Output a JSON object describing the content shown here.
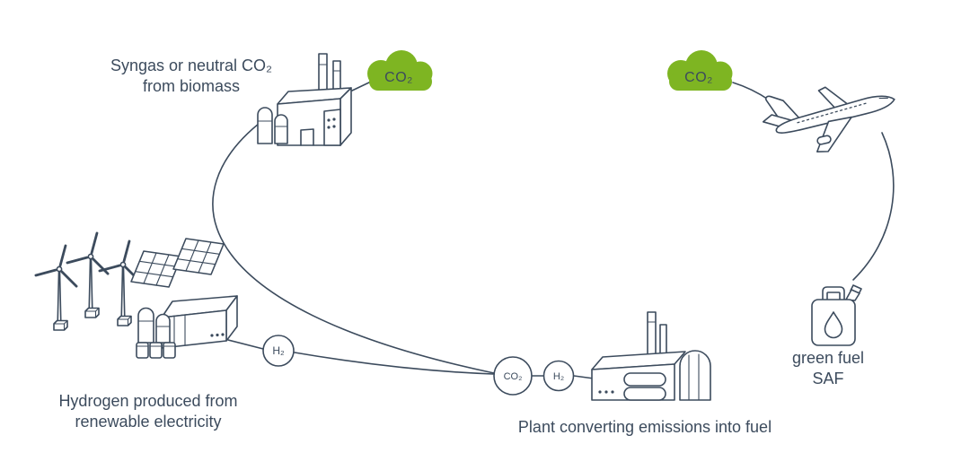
{
  "colors": {
    "ink": "#3c4b5d",
    "green": "#7eb522",
    "bg": "#ffffff"
  },
  "labels": {
    "syngas": {
      "line1": "Syngas or neutral CO₂",
      "line2": "from biomass"
    },
    "hydrogen": {
      "line1": "Hydrogen produced from",
      "line2": "renewable electricity"
    },
    "plant": {
      "line1": "Plant converting emissions into fuel"
    },
    "green_fuel": {
      "line1": "green fuel",
      "line2": "SAF"
    }
  },
  "badges": {
    "cloud_left": "CO₂",
    "cloud_right": "CO₂",
    "h2_left": "H₂",
    "co2_mid": "CO₂",
    "h2_mid": "H₂"
  },
  "icons": {
    "biomass_plant": "biomass-plant-icon",
    "co2_cloud": "co2-cloud-icon",
    "airplane": "airplane-icon",
    "wind_turbine": "wind-turbine-icon",
    "solar_panel": "solar-panel-icon",
    "hydrogen_plant": "hydrogen-plant-icon",
    "conversion_plant": "conversion-plant-icon",
    "fuel_can": "fuel-can-icon",
    "droplet": "droplet-icon"
  }
}
